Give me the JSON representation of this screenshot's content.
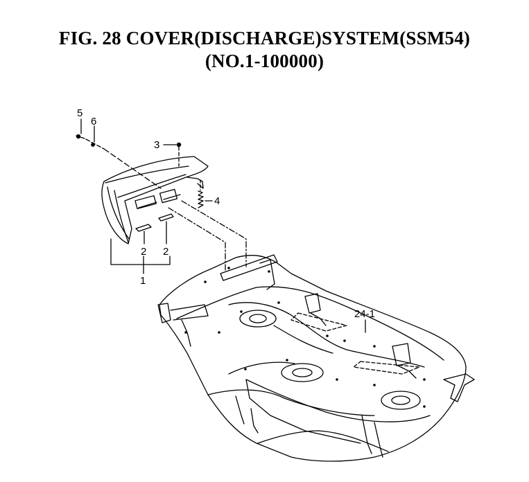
{
  "title": {
    "line1": "FIG. 28  COVER(DISCHARGE)SYSTEM(SSM54)",
    "line2": "(NO.1-100000)"
  },
  "callouts": {
    "bolt": "5",
    "washer": "6",
    "nut": "3",
    "spring": "4",
    "pad_left": "2",
    "pad_right": "2",
    "cover_assembly": "1",
    "mower_deck": "24-1"
  },
  "colors": {
    "line": "#000000",
    "background": "#ffffff"
  }
}
